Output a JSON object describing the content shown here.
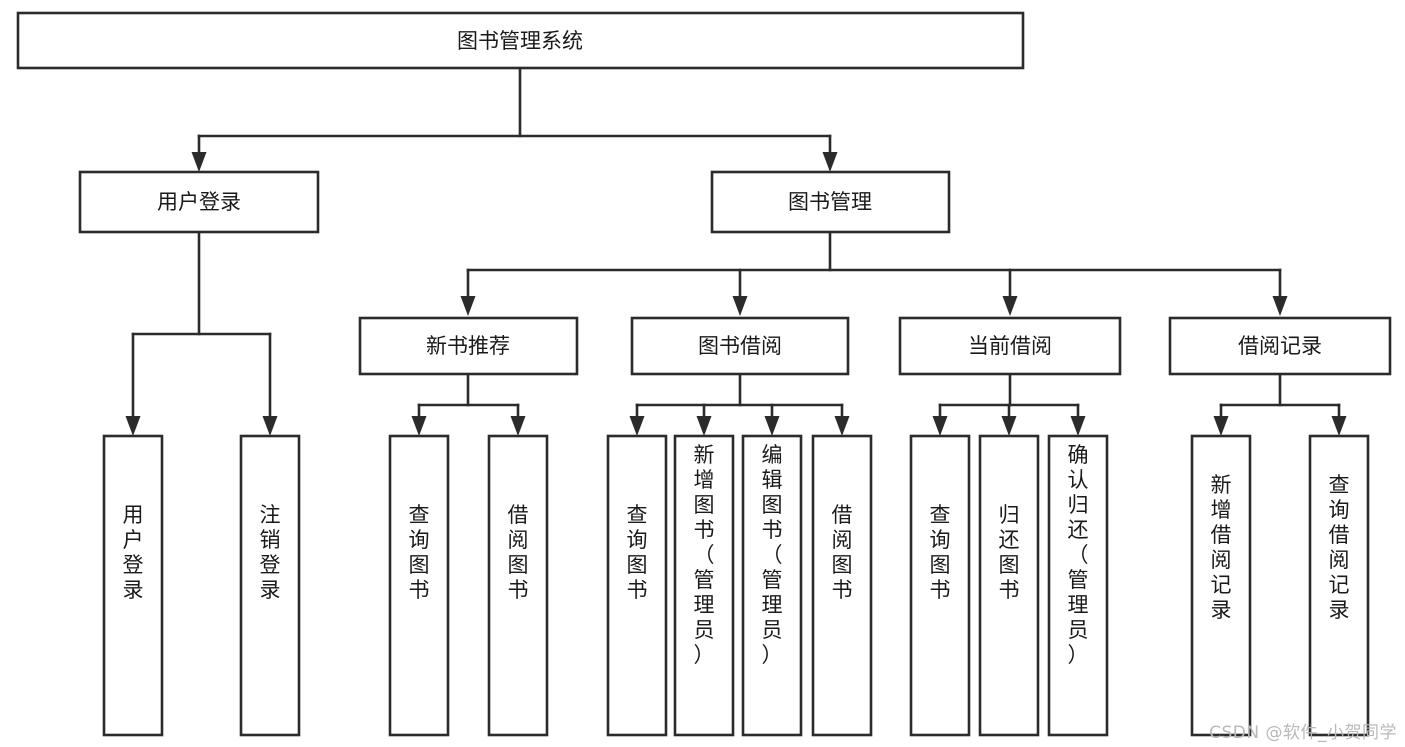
{
  "diagram": {
    "title": "图书管理系统",
    "type": "tree",
    "orientation": "top-down",
    "colors": {
      "background": "#ffffff",
      "box_fill": "#ffffff",
      "box_stroke": "#2b2b2b",
      "connector": "#2b2b2b",
      "text": "#1a1a1a",
      "watermark": "#b9b9b9"
    },
    "levels": {
      "root": "图书管理系统",
      "level2": [
        "用户登录",
        "图书管理"
      ],
      "level3": [
        "新书推荐",
        "图书借阅",
        "当前借阅",
        "借阅记录"
      ]
    },
    "nodes": {
      "root": {
        "label": "图书管理系统",
        "orientation": "horizontal"
      },
      "user_login": {
        "label": "用户登录",
        "orientation": "horizontal"
      },
      "book_manage": {
        "label": "图书管理",
        "orientation": "horizontal"
      },
      "new_book_rec": {
        "label": "新书推荐",
        "orientation": "horizontal"
      },
      "book_borrow": {
        "label": "图书借阅",
        "orientation": "horizontal"
      },
      "current_borrow": {
        "label": "当前借阅",
        "orientation": "horizontal"
      },
      "borrow_record": {
        "label": "借阅记录",
        "orientation": "horizontal"
      },
      "leaf_user_login": {
        "label": "用户登录",
        "orientation": "vertical"
      },
      "leaf_logout": {
        "label": "注销登录",
        "orientation": "vertical"
      },
      "leaf_query_book_1": {
        "label": "查询图书",
        "orientation": "vertical"
      },
      "leaf_borrow_book_1": {
        "label": "借阅图书",
        "orientation": "vertical"
      },
      "leaf_query_book_2": {
        "label": "查询图书",
        "orientation": "vertical"
      },
      "leaf_add_book": {
        "label": "新增图书（管理员）",
        "orientation": "vertical"
      },
      "leaf_edit_book": {
        "label": "编辑图书（管理员）",
        "orientation": "vertical"
      },
      "leaf_borrow_book_2": {
        "label": "借阅图书",
        "orientation": "vertical"
      },
      "leaf_query_book_3": {
        "label": "查询图书",
        "orientation": "vertical"
      },
      "leaf_return_book": {
        "label": "归还图书",
        "orientation": "vertical"
      },
      "leaf_confirm_return": {
        "label": "确认归还（管理员）",
        "orientation": "vertical"
      },
      "leaf_add_record": {
        "label": "新增借阅记录",
        "orientation": "vertical"
      },
      "leaf_query_record": {
        "label": "查询借阅记录",
        "orientation": "vertical"
      }
    },
    "edges": [
      {
        "from": "图书管理系统",
        "to": "用户登录"
      },
      {
        "from": "图书管理系统",
        "to": "图书管理"
      },
      {
        "from": "用户登录",
        "to": "用户登录"
      },
      {
        "from": "用户登录",
        "to": "注销登录"
      },
      {
        "from": "图书管理",
        "to": "新书推荐"
      },
      {
        "from": "图书管理",
        "to": "图书借阅"
      },
      {
        "from": "图书管理",
        "to": "当前借阅"
      },
      {
        "from": "图书管理",
        "to": "借阅记录"
      },
      {
        "from": "新书推荐",
        "to": "查询图书"
      },
      {
        "from": "新书推荐",
        "to": "借阅图书"
      },
      {
        "from": "图书借阅",
        "to": "查询图书"
      },
      {
        "from": "图书借阅",
        "to": "新增图书（管理员）"
      },
      {
        "from": "图书借阅",
        "to": "编辑图书（管理员）"
      },
      {
        "from": "图书借阅",
        "to": "借阅图书"
      },
      {
        "from": "当前借阅",
        "to": "查询图书"
      },
      {
        "from": "当前借阅",
        "to": "归还图书"
      },
      {
        "from": "当前借阅",
        "to": "确认归还（管理员）"
      },
      {
        "from": "借阅记录",
        "to": "新增借阅记录"
      },
      {
        "from": "借阅记录",
        "to": "查询借阅记录"
      }
    ]
  },
  "watermark": {
    "text": "CSDN @软件_小贺同学"
  }
}
